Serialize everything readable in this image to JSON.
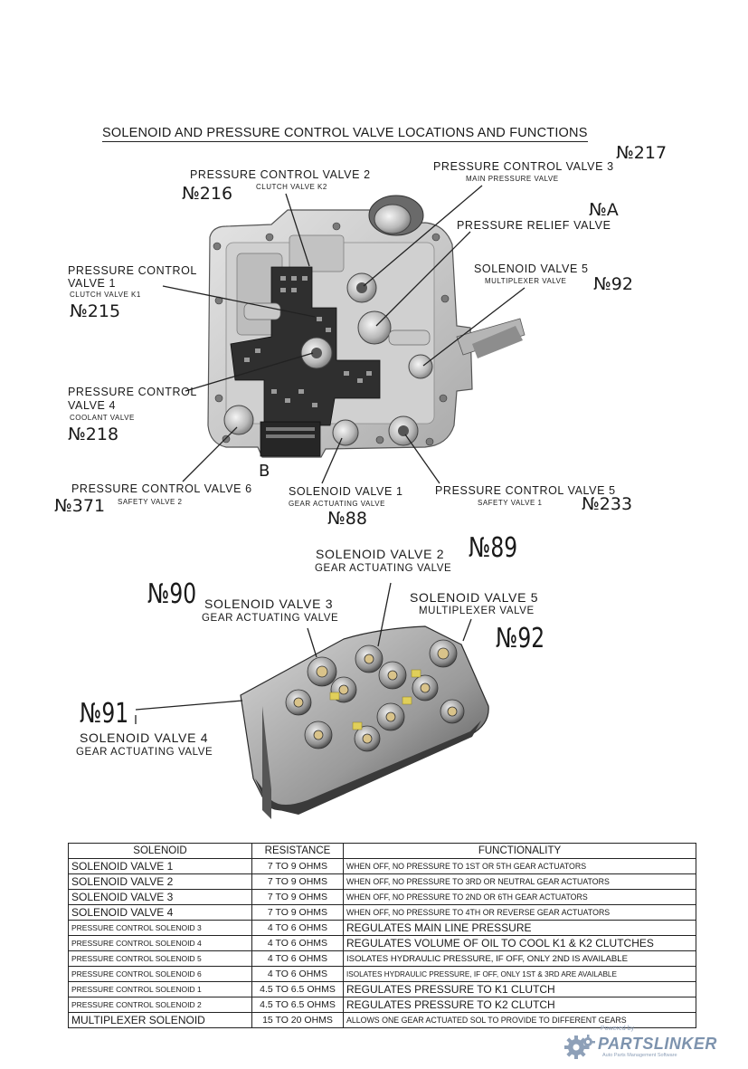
{
  "heading": "SOLENOID AND PRESSURE CONTROL VALVE LOCATIONS AND FUNCTIONS",
  "top_diagram": {
    "labels": {
      "pcv2": {
        "main": "PRESSURE CONTROL VALVE 2",
        "sub": "CLUTCH VALVE K2"
      },
      "pcv3": {
        "main": "PRESSURE CONTROL VALVE 3",
        "sub": "MAIN PRESSURE VALVE"
      },
      "prv": {
        "main": "PRESSURE RELIEF VALVE"
      },
      "sv5": {
        "main": "SOLENOID VALVE 5",
        "sub": "MULTIPLEXER VALVE"
      },
      "pcv1": {
        "main1": "PRESSURE CONTROL",
        "main2": "VALVE 1",
        "sub": "CLUTCH VALVE K1"
      },
      "pcv4": {
        "main1": "PRESSURE CONTROL",
        "main2": "VALVE 4",
        "sub": "COOLANT VALVE"
      },
      "pcv6": {
        "main": "PRESSURE CONTROL VALVE 6",
        "sub": "SAFETY VALVE 2"
      },
      "sv1": {
        "main": "SOLENOID VALVE 1",
        "sub": "GEAR ACTUATING VALVE"
      },
      "pcv5": {
        "main": "PRESSURE CONTROL VALVE 5",
        "sub": "SAFETY VALVE 1"
      },
      "b": "B"
    },
    "numbers": {
      "n217": "№217",
      "n216": "№216",
      "nA": "№A",
      "n92": "№92",
      "n215": "№215",
      "n218": "№218",
      "n371": "№371",
      "n88": "№88",
      "n233": "№233"
    }
  },
  "bottom_diagram": {
    "labels": {
      "sv2": {
        "main": "SOLENOID VALVE 2",
        "sub": "GEAR ACTUATING VALVE"
      },
      "sv3": {
        "main": "SOLENOID VALVE 3",
        "sub": "GEAR ACTUATING VALVE"
      },
      "sv5": {
        "main": "SOLENOID VALVE 5",
        "sub": "MULTIPLEXER VALVE"
      },
      "sv4": {
        "main": "SOLENOID VALVE 4",
        "sub": "GEAR ACTUATING VALVE"
      }
    },
    "numbers": {
      "n89": "№89",
      "n90": "№90",
      "n92": "№92",
      "n91": "№91"
    }
  },
  "table": {
    "headers": [
      "SOLENOID",
      "RESISTANCE",
      "FUNCTIONALITY"
    ],
    "rows": [
      {
        "name": "SOLENOID VALVE 1",
        "resistance": "7 TO 9 OHMS",
        "function": "WHEN OFF, NO PRESSURE TO 1ST OR 5TH GEAR ACTUATORS"
      },
      {
        "name": "SOLENOID VALVE 2",
        "resistance": "7 TO 9 OHMS",
        "function": "WHEN OFF, NO PRESSURE TO 3RD OR NEUTRAL GEAR ACTUATORS"
      },
      {
        "name": "SOLENOID VALVE 3",
        "resistance": "7 TO 9 OHMS",
        "function": "WHEN OFF, NO PRESSURE TO 2ND OR 6TH GEAR ACTUATORS"
      },
      {
        "name": "SOLENOID VALVE 4",
        "resistance": "7 TO 9 OHMS",
        "function": "WHEN OFF, NO PRESSURE TO 4TH OR REVERSE GEAR ACTUATORS"
      },
      {
        "name": "PRESSURE CONTROL SOLENOID 3",
        "resistance": "4 TO 6 OHMS",
        "function": "REGULATES MAIN LINE PRESSURE"
      },
      {
        "name": "PRESSURE CONTROL SOLENOID 4",
        "resistance": "4 TO 6 OHMS",
        "function": "REGULATES VOLUME OF OIL TO COOL K1 & K2 CLUTCHES"
      },
      {
        "name": "PRESSURE CONTROL SOLENOID 5",
        "resistance": "4 TO 6 OHMS",
        "function": "ISOLATES HYDRAULIC PRESSURE, IF OFF, ONLY 2ND IS AVAILABLE"
      },
      {
        "name": "PRESSURE CONTROL SOLENOID 6",
        "resistance": "4 TO 6 OHMS",
        "function": "ISOLATES HYDRAULIC PRESSURE, IF OFF, ONLY 1ST & 3RD ARE AVAILABLE"
      },
      {
        "name": "PRESSURE CONTROL SOLENOID 1",
        "resistance": "4.5 TO 6.5 OHMS",
        "function": "REGULATES PRESSURE TO K1 CLUTCH"
      },
      {
        "name": "PRESSURE CONTROL SOLENOID 2",
        "resistance": "4.5 TO 6.5 OHMS",
        "function": "REGULATES PRESSURE TO K2 CLUTCH"
      },
      {
        "name": "MULTIPLEXER SOLENOID",
        "resistance": "15 TO 20 OHMS",
        "function": "ALLOWS ONE GEAR ACTUATED SOL TO PROVIDE TO DIFFERENT GEARS"
      }
    ]
  },
  "watermark": {
    "powered": "Powered by",
    "brand": "PARTSLINKER",
    "tagline": "Auto Parts Management Software"
  }
}
